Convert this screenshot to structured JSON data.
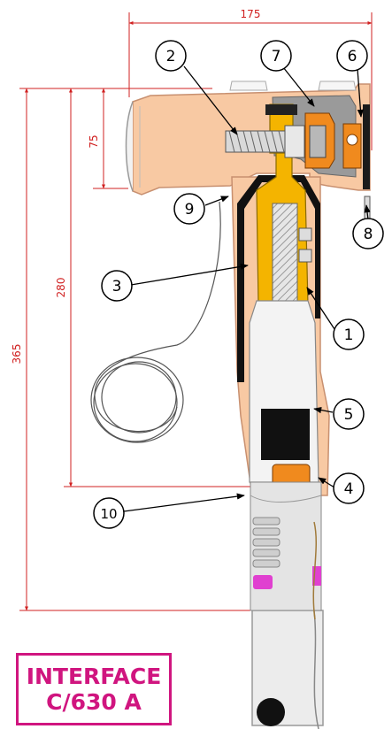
{
  "colors": {
    "body": "#f8c9a3",
    "bodyEdge": "#e8a070",
    "dim": "#d02020",
    "conductor": "#f4b400",
    "nut": "#f08a1e",
    "insert": "#9a9a9a",
    "screen": "#111111",
    "badge": "#d0157f",
    "pink": "#e040d0"
  },
  "dimensions": {
    "width": "175",
    "bushing": "75",
    "body_height": "280",
    "total_height": "365"
  },
  "callouts": [
    "1",
    "2",
    "3",
    "4",
    "5",
    "6",
    "7",
    "8",
    "9",
    "10"
  ],
  "badge": {
    "line1": "INTERFACE",
    "line2": "C/630 A"
  }
}
